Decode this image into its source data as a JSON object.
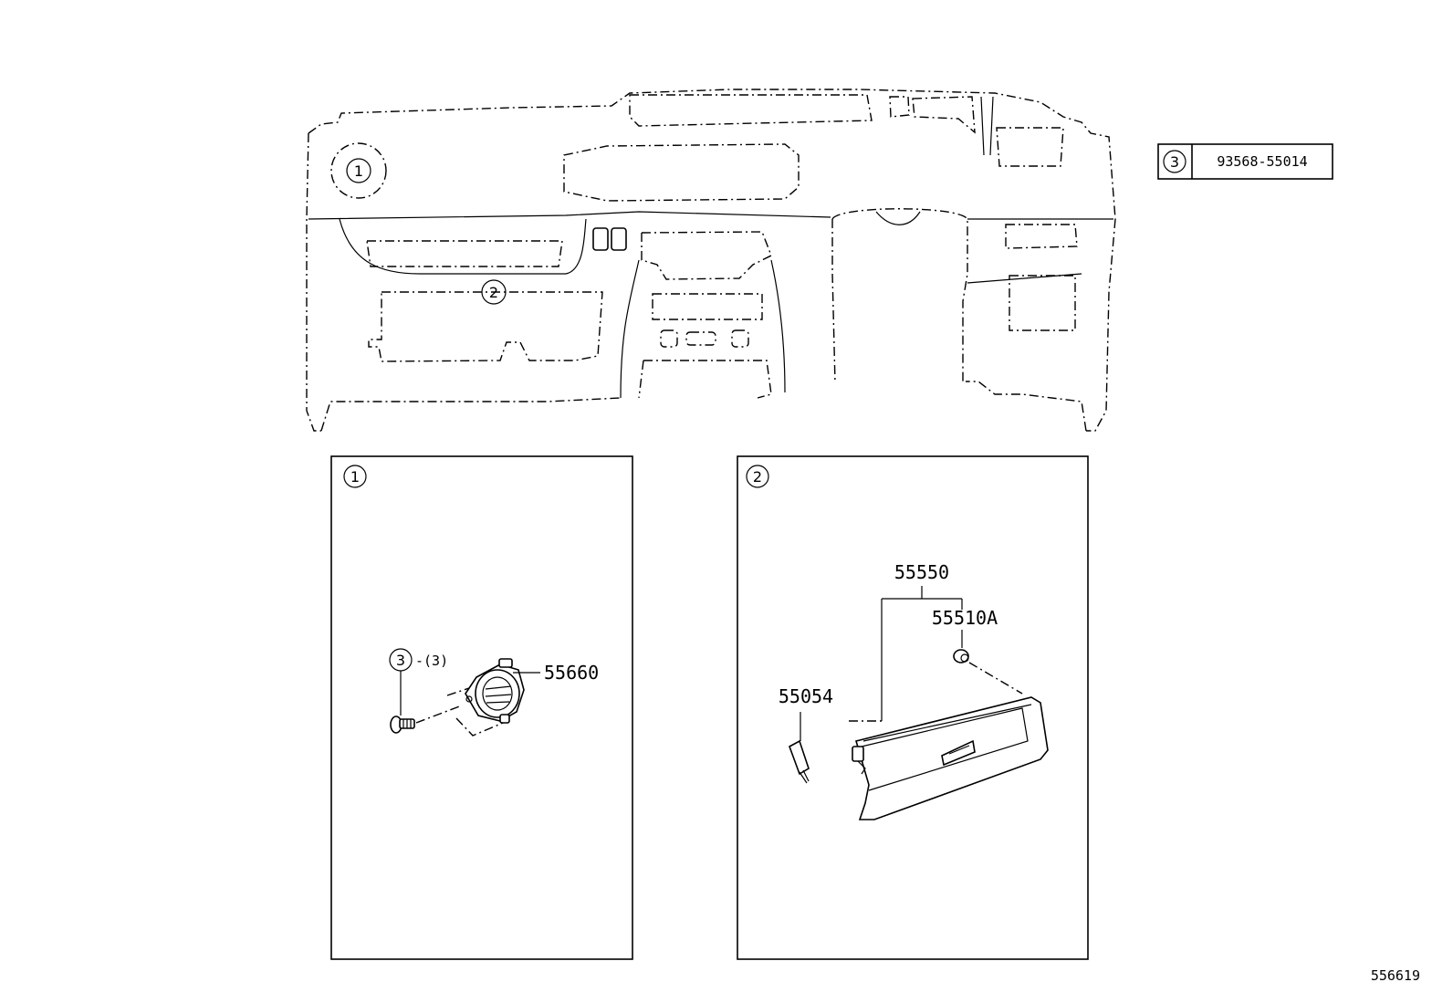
{
  "callouts": {
    "ref1": "1",
    "ref2": "2",
    "ref3": "3"
  },
  "legend": {
    "ref": "3",
    "part_number": "93568-55014"
  },
  "panel1": {
    "tag": "1",
    "screw_ref": "3",
    "screw_qty": "-(3)",
    "vent_part": "55660"
  },
  "panel2": {
    "tag": "2",
    "assembly_part": "55550",
    "clip_part": "55510A",
    "damper_part": "55054"
  },
  "footer": {
    "illustration_id": "556619"
  },
  "icons": {
    "screw": "screw-icon",
    "vent": "air-vent-icon",
    "glovebox": "glove-box-icon",
    "damper": "damper-icon",
    "clip": "clip-icon"
  }
}
